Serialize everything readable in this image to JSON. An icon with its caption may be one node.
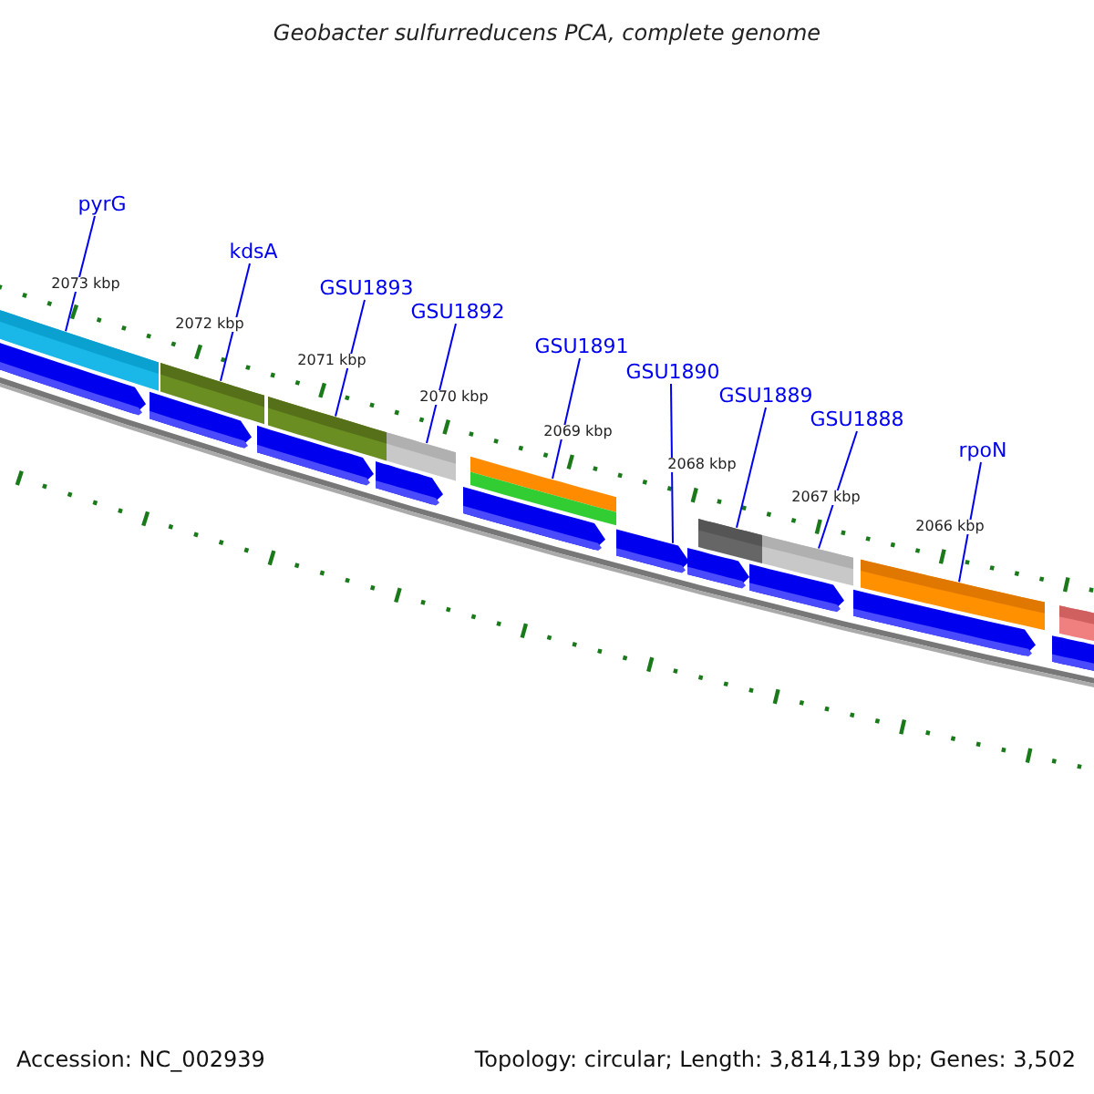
{
  "diagram": {
    "title": "Geobacter sulfurreducens PCA, complete genome",
    "nodes": [
      {
        "text": [
          "pyrG"
        ]
      },
      {
        "text": [
          "kdsA"
        ]
      },
      {
        "text": [
          "GSU1893"
        ]
      },
      {
        "text": [
          "GSU1892"
        ]
      },
      {
        "text": [
          "GSU1891"
        ]
      },
      {
        "text": [
          "GSU1890"
        ]
      },
      {
        "text": [
          "GSU1889"
        ]
      },
      {
        "text": [
          "GSU1888"
        ]
      },
      {
        "text": [
          "rpoN"
        ]
      },
      {
        "text": [],
        "shape": "bar"
      },
      {
        "text": [],
        "shape": "bar"
      },
      {
        "text": [],
        "shape": "bar"
      },
      {
        "text": [],
        "shape": "bar"
      },
      {
        "text": [],
        "shape": "bar"
      },
      {
        "text": [],
        "shape": "bar"
      },
      {
        "text": [],
        "shape": "bar"
      },
      {
        "text": [],
        "shape": "bar"
      },
      {
        "text": [],
        "shape": "bar"
      },
      {
        "text": [],
        "shape": "pentagon"
      },
      {
        "text": [],
        "shape": "pentagon"
      },
      {
        "text": [],
        "shape": "pentagon"
      },
      {
        "text": [],
        "shape": "pentagon"
      },
      {
        "text": [],
        "shape": "pentagon"
      },
      {
        "text": [],
        "shape": "pentagon"
      },
      {
        "text": [],
        "shape": "pentagon"
      },
      {
        "text": [],
        "shape": "pentagon"
      },
      {
        "text": [],
        "shape": "pentagon"
      },
      {
        "text": [],
        "shape": "pentagon"
      }
    ],
    "edges": [
      {
        "from": 0,
        "to": 9,
        "arrow": "none"
      },
      {
        "from": 1,
        "to": 10,
        "arrow": "none"
      },
      {
        "from": 2,
        "to": 11,
        "arrow": "none"
      },
      {
        "from": 3,
        "to": 12,
        "arrow": "none"
      },
      {
        "from": 4,
        "to": 13,
        "arrow": "none"
      },
      {
        "from": 5,
        "to": 23,
        "arrow": "none"
      },
      {
        "from": 6,
        "to": 14,
        "arrow": "none"
      },
      {
        "from": 7,
        "to": 15,
        "arrow": "none"
      },
      {
        "from": 8,
        "to": 16,
        "arrow": "none"
      }
    ],
    "labels": [
      "2073 kbp",
      "2072 kbp",
      "2071 kbp",
      "2070 kbp",
      "2069 kbp",
      "2068 kbp",
      "2067 kbp",
      "2066 kbp",
      "Accession: NC_002939",
      "Topology: circular; Length: 3,814,139 bp; Genes: 3,502"
    ]
  }
}
